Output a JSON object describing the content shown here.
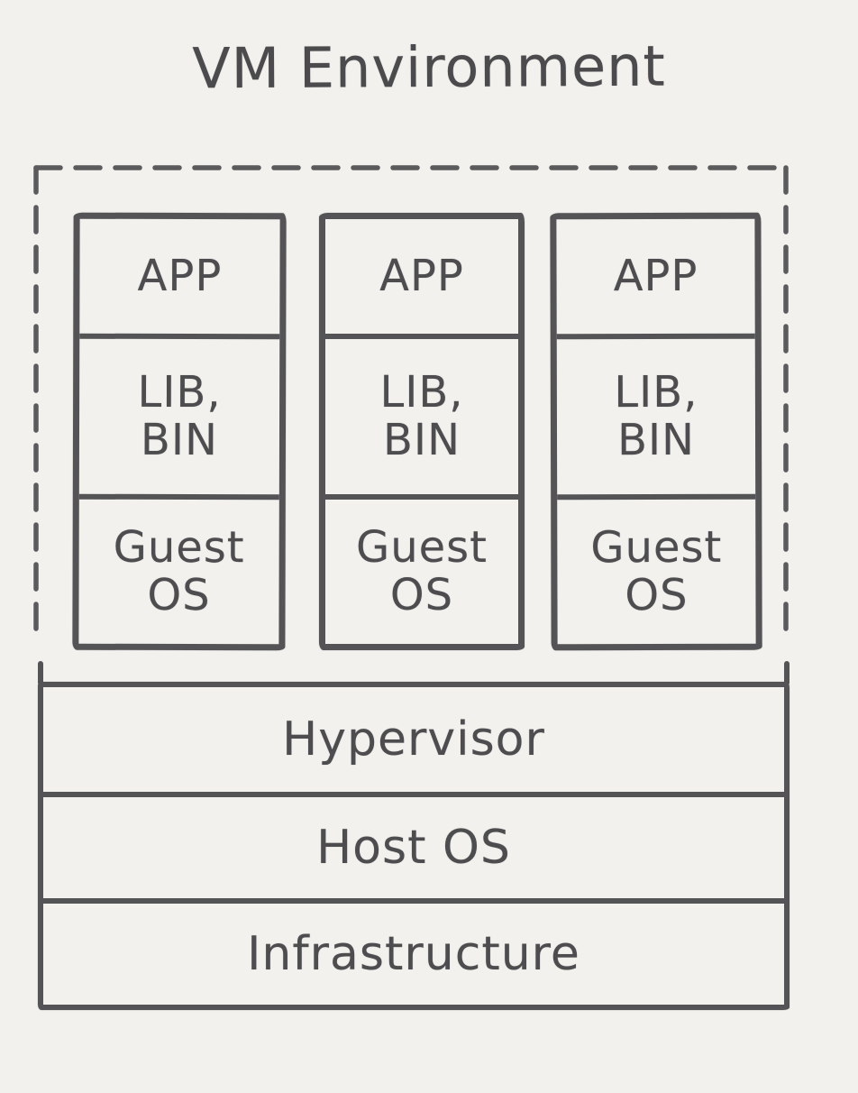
{
  "title": "VM Environment",
  "vm_environment": {
    "columns": [
      {
        "cells": [
          "APP",
          "LIB,\nBIN",
          "Guest\nOS"
        ]
      },
      {
        "cells": [
          "APP",
          "LIB,\nBIN",
          "Guest\nOS"
        ]
      },
      {
        "cells": [
          "APP",
          "LIB,\nBIN",
          "Guest\nOS"
        ]
      }
    ],
    "stack_layers": [
      "Hypervisor",
      "Host OS",
      "Infrastructure"
    ]
  },
  "colors": {
    "background": "#f2f1ee",
    "ink": "#545456",
    "text": "#4d4d4f"
  }
}
